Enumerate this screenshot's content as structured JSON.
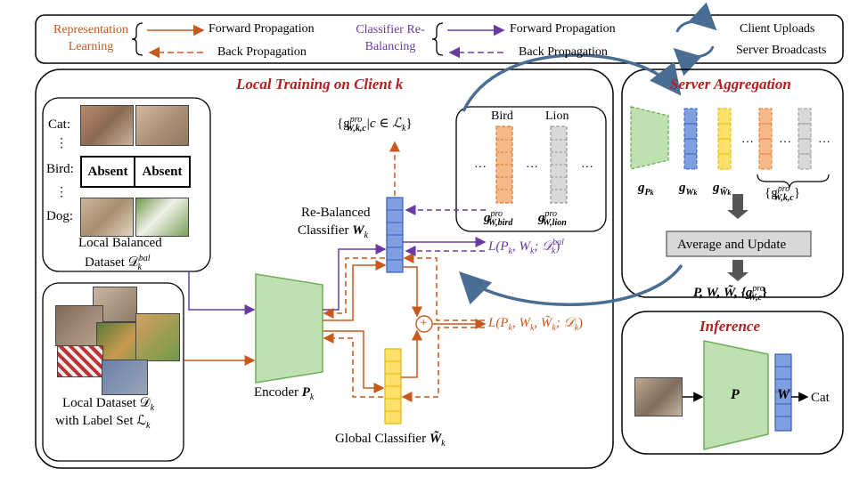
{
  "legend": {
    "rep_label": "Representation Learning",
    "rep_forward": "Forward Propagation",
    "rep_back": "Back Propagation",
    "cls_label": "Classifier Re-Balancing",
    "cls_forward": "Forward Propagation",
    "cls_back": "Back Propagation",
    "client_uploads": "Client Uploads",
    "server_broadcasts": "Server Broadcasts"
  },
  "local": {
    "title": "Local Training on Client k",
    "cat_label": "Cat:",
    "bird_label": "Bird:",
    "dog_label": "Dog:",
    "dots1": "⋮",
    "dots2": "⋮",
    "absent1": "Absent",
    "absent2": "Absent",
    "balanced_line1": "Local Balanced",
    "balanced_line2": "Dataset 𝒟",
    "balanced_sup": "bal",
    "balanced_sub": "k",
    "dataset_line1": "Local Dataset 𝒟",
    "dataset_sub": "k",
    "dataset_line2": "with Label Set ℒ",
    "dataset_sub2": "k",
    "encoder_label": "Encoder ",
    "encoder_sym": "P",
    "encoder_sub": "k",
    "rebal_line1": "Re-Balanced",
    "rebal_line2": "Classifier ",
    "rebal_sym": "W",
    "rebal_sub": "k",
    "global_label": "Global Classifier ",
    "global_sym": "W̃",
    "global_sub": "k",
    "proto_set": "{g",
    "proto_set_tail": "|c ∈ ℒ",
    "proto_set_end": "}",
    "proto_sup": "pro",
    "proto_sub": "W,k,c",
    "loss_bal": "L(P",
    "loss_bal_tail": ", W",
    "loss_bal_end": "; 𝒟",
    "loss_bal_sup": "bal",
    "loss_bal_close": ")",
    "loss_main": "L(P",
    "loss_main_tail": ", W",
    "loss_main_mid": ", W̃",
    "loss_main_end": "; 𝒟",
    "loss_main_close": ")",
    "plus": "+",
    "bird_col": "Bird",
    "lion_col": "Lion",
    "ellipsis": "…",
    "g_bird": "g",
    "g_bird_sub": "W,bird",
    "g_lion": "g",
    "g_lion_sub": "W,lion",
    "g_sup": "pro"
  },
  "server": {
    "title": "Server Aggregation",
    "gp": "g",
    "gp_sub": "P",
    "gw": "g",
    "gw_sub": "W",
    "gwt": "g",
    "gwt_sub": "W̃",
    "gset": "{g",
    "gset_sup": "pro",
    "gset_sub": "W,k,c",
    "gset_end": "}",
    "avg_label": "Average and Update",
    "out_label": "P, W, W̃, {g",
    "out_sup": "pro",
    "out_sub": "W,c",
    "out_end": "}"
  },
  "inference": {
    "title": "Inference",
    "p": "P",
    "w": "W",
    "out": "Cat"
  },
  "colors": {
    "orange": "#c8581c",
    "purple": "#6a3aa0",
    "green_fill": "#bfe0b0",
    "green_edge": "#6fae5a",
    "blue_fill": "#7fa0e0",
    "blue_edge": "#3a5bbf",
    "yellow_fill": "#ffe06a",
    "yellow_edge": "#e0b800",
    "orange_fill": "#f7b98a",
    "gray_fill": "#d8d8d8",
    "red_title": "#b02020"
  }
}
